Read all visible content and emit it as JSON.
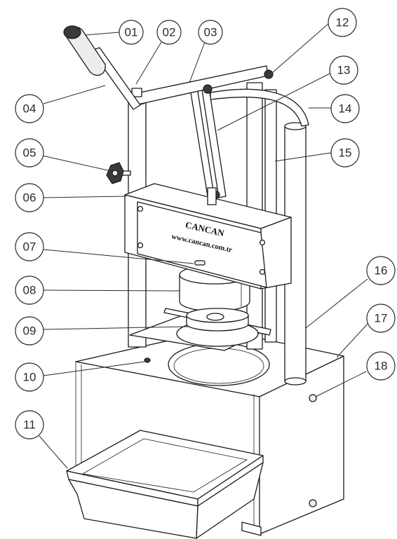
{
  "plate": {
    "brand": "CANCAN",
    "url": "www.cancan.com.tr"
  },
  "callouts": [
    {
      "id": "01",
      "label": "01"
    },
    {
      "id": "02",
      "label": "02"
    },
    {
      "id": "03",
      "label": "03"
    },
    {
      "id": "04",
      "label": "04"
    },
    {
      "id": "05",
      "label": "05"
    },
    {
      "id": "06",
      "label": "06"
    },
    {
      "id": "07",
      "label": "07"
    },
    {
      "id": "08",
      "label": "08"
    },
    {
      "id": "09",
      "label": "09"
    },
    {
      "id": "10",
      "label": "10"
    },
    {
      "id": "11",
      "label": "11"
    },
    {
      "id": "12",
      "label": "12"
    },
    {
      "id": "13",
      "label": "13"
    },
    {
      "id": "14",
      "label": "14"
    },
    {
      "id": "15",
      "label": "15"
    },
    {
      "id": "16",
      "label": "16"
    },
    {
      "id": "17",
      "label": "17"
    },
    {
      "id": "18",
      "label": "18"
    }
  ]
}
